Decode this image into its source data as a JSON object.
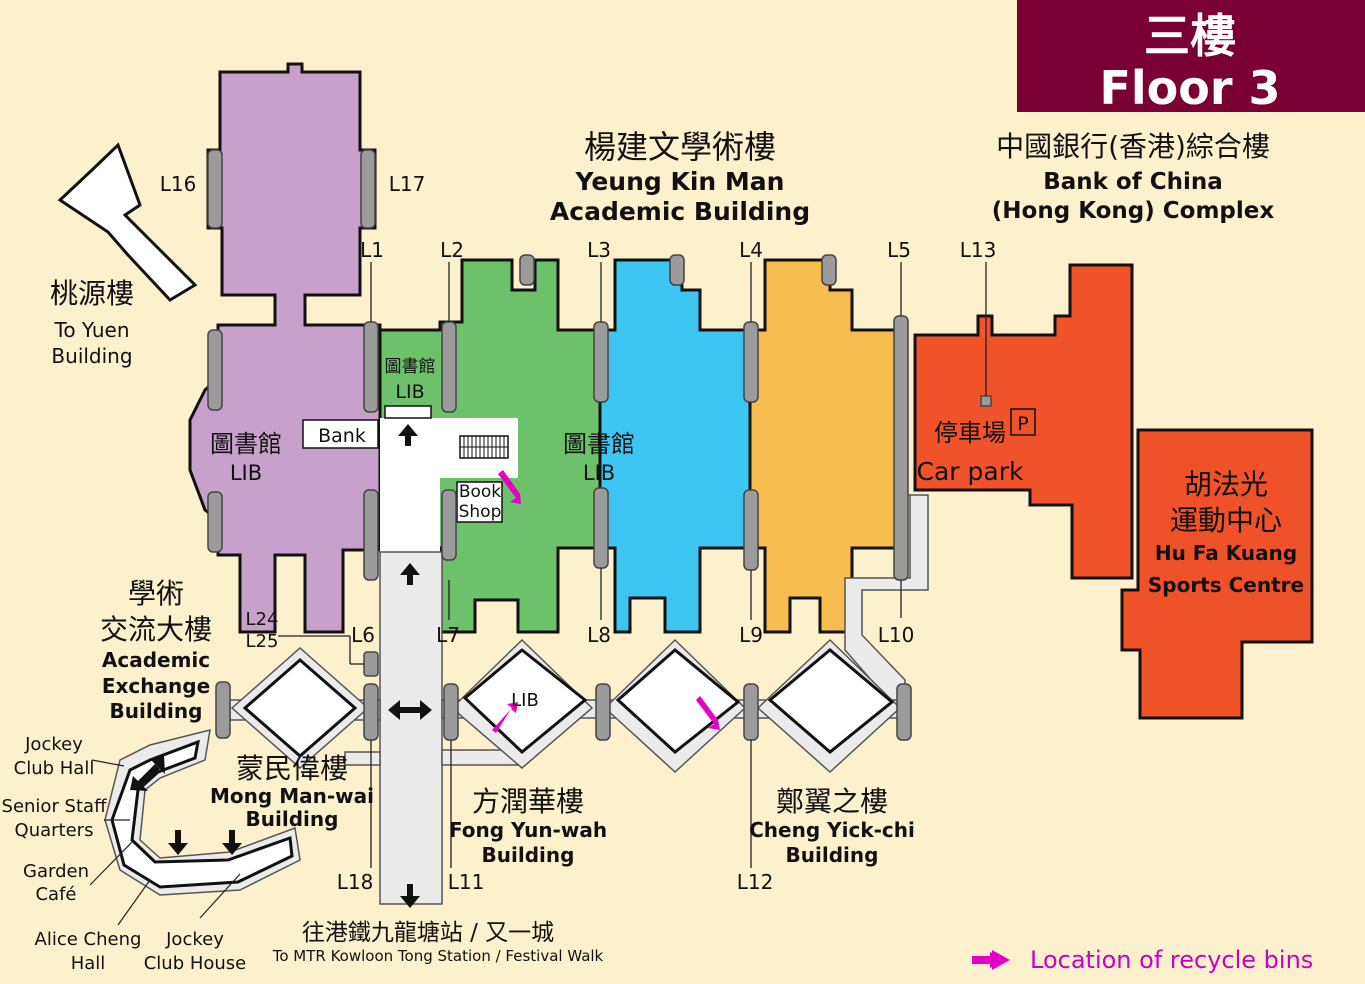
{
  "floor": {
    "chinese": "三樓",
    "english": "Floor 3"
  },
  "colors": {
    "background": "#fdf1cd",
    "floor_banner": "#7a0033",
    "library_purple": "#c8a0cc",
    "green": "#6cc16a",
    "blue": "#3ec6f2",
    "orange": "#f7bd4f",
    "bank_of_china": "#f0522a",
    "sports_centre": "#ef5128",
    "recycle_arrow": "#e600c8"
  },
  "buildings": {
    "yeung_kin_man": {
      "chinese": "楊建文學術樓",
      "english_1": "Yeung Kin Man",
      "english_2": "Academic Building"
    },
    "bank_of_china": {
      "chinese": "中國銀行(香港)綜合樓",
      "english_1": "Bank of China",
      "english_2": "(Hong Kong) Complex"
    },
    "to_yuen": {
      "chinese": "桃源樓",
      "english_1": "To Yuen",
      "english_2": "Building"
    },
    "hu_fa_kuang": {
      "chinese_1": "胡法光",
      "chinese_2": "運動中心",
      "english_1": "Hu Fa Kuang",
      "english_2": "Sports Centre"
    },
    "academic_exchange": {
      "chinese_1": "學術",
      "chinese_2": "交流大樓",
      "english_1": "Academic",
      "english_2": "Exchange",
      "english_3": "Building"
    },
    "mong_man_wai": {
      "chinese": "蒙民偉樓",
      "english_1": "Mong Man-wai",
      "english_2": "Building"
    },
    "fong_yun_wah": {
      "chinese": "方潤華樓",
      "english_1": "Fong Yun-wah",
      "english_2": "Building"
    },
    "cheng_yick_chi": {
      "chinese": "鄭翼之樓",
      "english_1": "Cheng Yick-chi",
      "english_2": "Building"
    },
    "jockey_club_hall": {
      "line_1": "Jockey",
      "line_2": "Club Hall"
    },
    "senior_staff_quarters": {
      "line_1": "Senior Staff",
      "line_2": "Quarters"
    },
    "garden_cafe": {
      "line_1": "Garden",
      "line_2": "Café"
    },
    "alice_cheng_hall": {
      "line_1": "Alice Cheng",
      "line_2": "Hall"
    },
    "jockey_club_house": {
      "line_1": "Jockey",
      "line_2": "Club House"
    }
  },
  "areas": {
    "lib_cn": "圖書館",
    "lib_en": "LIB",
    "bank": "Bank",
    "book_shop_1": "Book",
    "book_shop_2": "Shop",
    "car_park_cn": "停車場",
    "car_park_en": "Car park",
    "parking_sign": "P",
    "lib_small": "LIB"
  },
  "lifts": [
    "L1",
    "L2",
    "L3",
    "L4",
    "L5",
    "L6",
    "L7",
    "L8",
    "L9",
    "L10",
    "L11",
    "L12",
    "L13",
    "L16",
    "L17",
    "L18",
    "L24",
    "L25"
  ],
  "exit": {
    "chinese": "往港鐵九龍塘站 / 又一城",
    "english": "To MTR Kowloon Tong Station / Festival Walk"
  },
  "legend": {
    "label": "Location of recycle bins"
  }
}
